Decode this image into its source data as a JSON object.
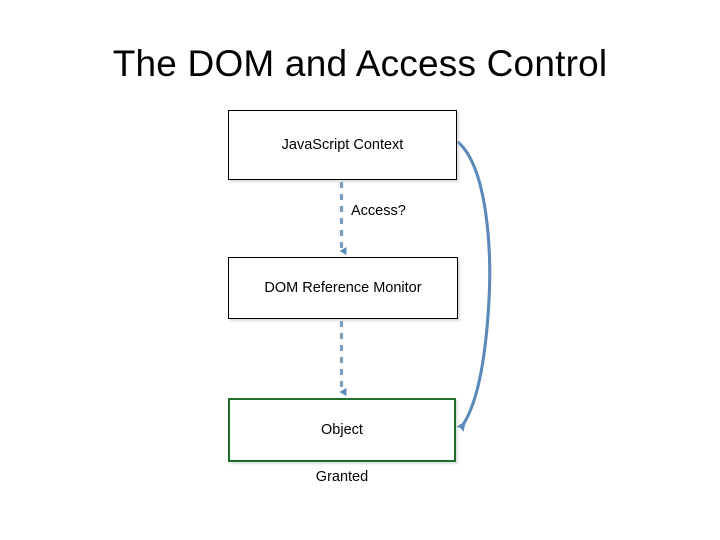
{
  "slide": {
    "title": "The DOM and Access Control",
    "background_color": "#ffffff"
  },
  "diagram": {
    "type": "flowchart",
    "nodes": [
      {
        "id": "js-context",
        "label": "JavaScript Context",
        "border_color": "#000000",
        "fill_color": "#ffffff"
      },
      {
        "id": "dom-reference-monitor",
        "label": "DOM Reference Monitor",
        "border_color": "#000000",
        "fill_color": "#ffffff"
      },
      {
        "id": "object",
        "label": "Object",
        "border_color": "#1f6e2b",
        "fill_color": "#ffffff"
      }
    ],
    "edge_labels": {
      "access": "Access?",
      "granted": "Granted"
    },
    "connector_color": "#5b89ba",
    "dashed_connector_color": "#7e9ec0"
  }
}
